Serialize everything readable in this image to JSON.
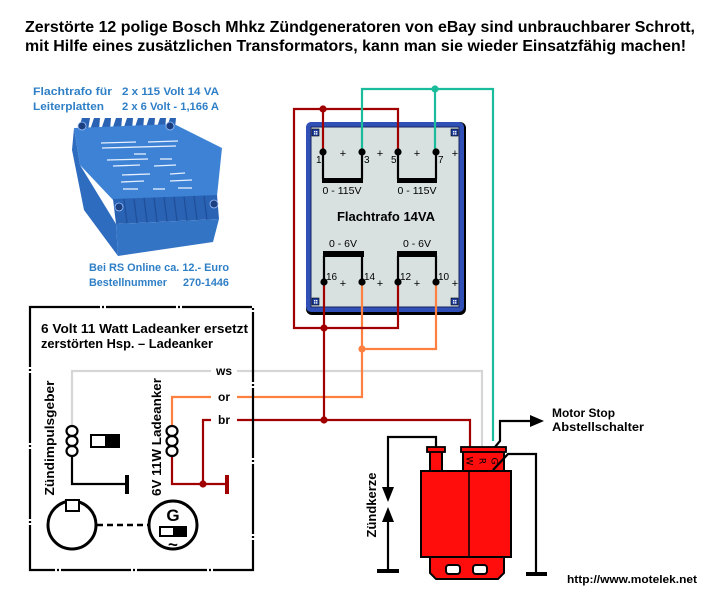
{
  "title": {
    "line1": "Zerstörte 12 polige Bosch Mhkz Zündgeneratoren von eBay sind unbrauchbarer Schrott,",
    "line2": "mit Hilfe eines zusätzlichen Transformators, kann man sie wieder Einsatzfähig machen!"
  },
  "trafo_photo": {
    "label_left_1": "Flachtrafo für",
    "label_right_1": "2 x 115 Volt 14 VA",
    "label_left_2": "Leiterplatten",
    "label_right_2": "2 x 6 Volt - 1,166 A",
    "shop_line": "Bei RS Online ca. 12.- Euro",
    "order_label": "Bestellnummer",
    "order_number": "270-1446",
    "body_color": "#3d82d4"
  },
  "transformer": {
    "name": "Flachtrafo 14VA",
    "plus": "+",
    "primary": [
      {
        "label": "0 - 115V",
        "pin_a": "1",
        "pin_b": "3"
      },
      {
        "label": "0 - 115V",
        "pin_a": "5",
        "pin_b": "7"
      }
    ],
    "secondary": [
      {
        "label": "0 - 6V",
        "pin_a": "16",
        "pin_b": "14"
      },
      {
        "label": "0 - 6V",
        "pin_a": "12",
        "pin_b": "10"
      }
    ],
    "frame_color": "#3050b8",
    "panel_color": "#d8e0e0"
  },
  "generator_box": {
    "title_line1": "6 Volt 11 Watt Ladeanker ersetzt",
    "title_line2": "zerstörten Hsp. – Ladeanker",
    "coil1_label": "Zündimpulsgeber",
    "coil2_label": "6V 11W Ladeanker",
    "generator_symbol": "G",
    "ac_symbol": "~"
  },
  "wires": {
    "ws": {
      "label": "ws",
      "color": "#d6d6d6"
    },
    "or": {
      "label": "or",
      "color": "#ff8040"
    },
    "br": {
      "label": "br",
      "color": "#a00000"
    },
    "teal": {
      "color": "#1abc9c"
    }
  },
  "ignition": {
    "terminals": [
      "W",
      "R",
      "G"
    ],
    "spark_plug_label": "Zündkerze",
    "motor_stop_line1": "Motor Stop",
    "motor_stop_line2": "Abstellschalter",
    "body_color": "#ff0c0c"
  },
  "footer_url": "http://www.motelek.net"
}
